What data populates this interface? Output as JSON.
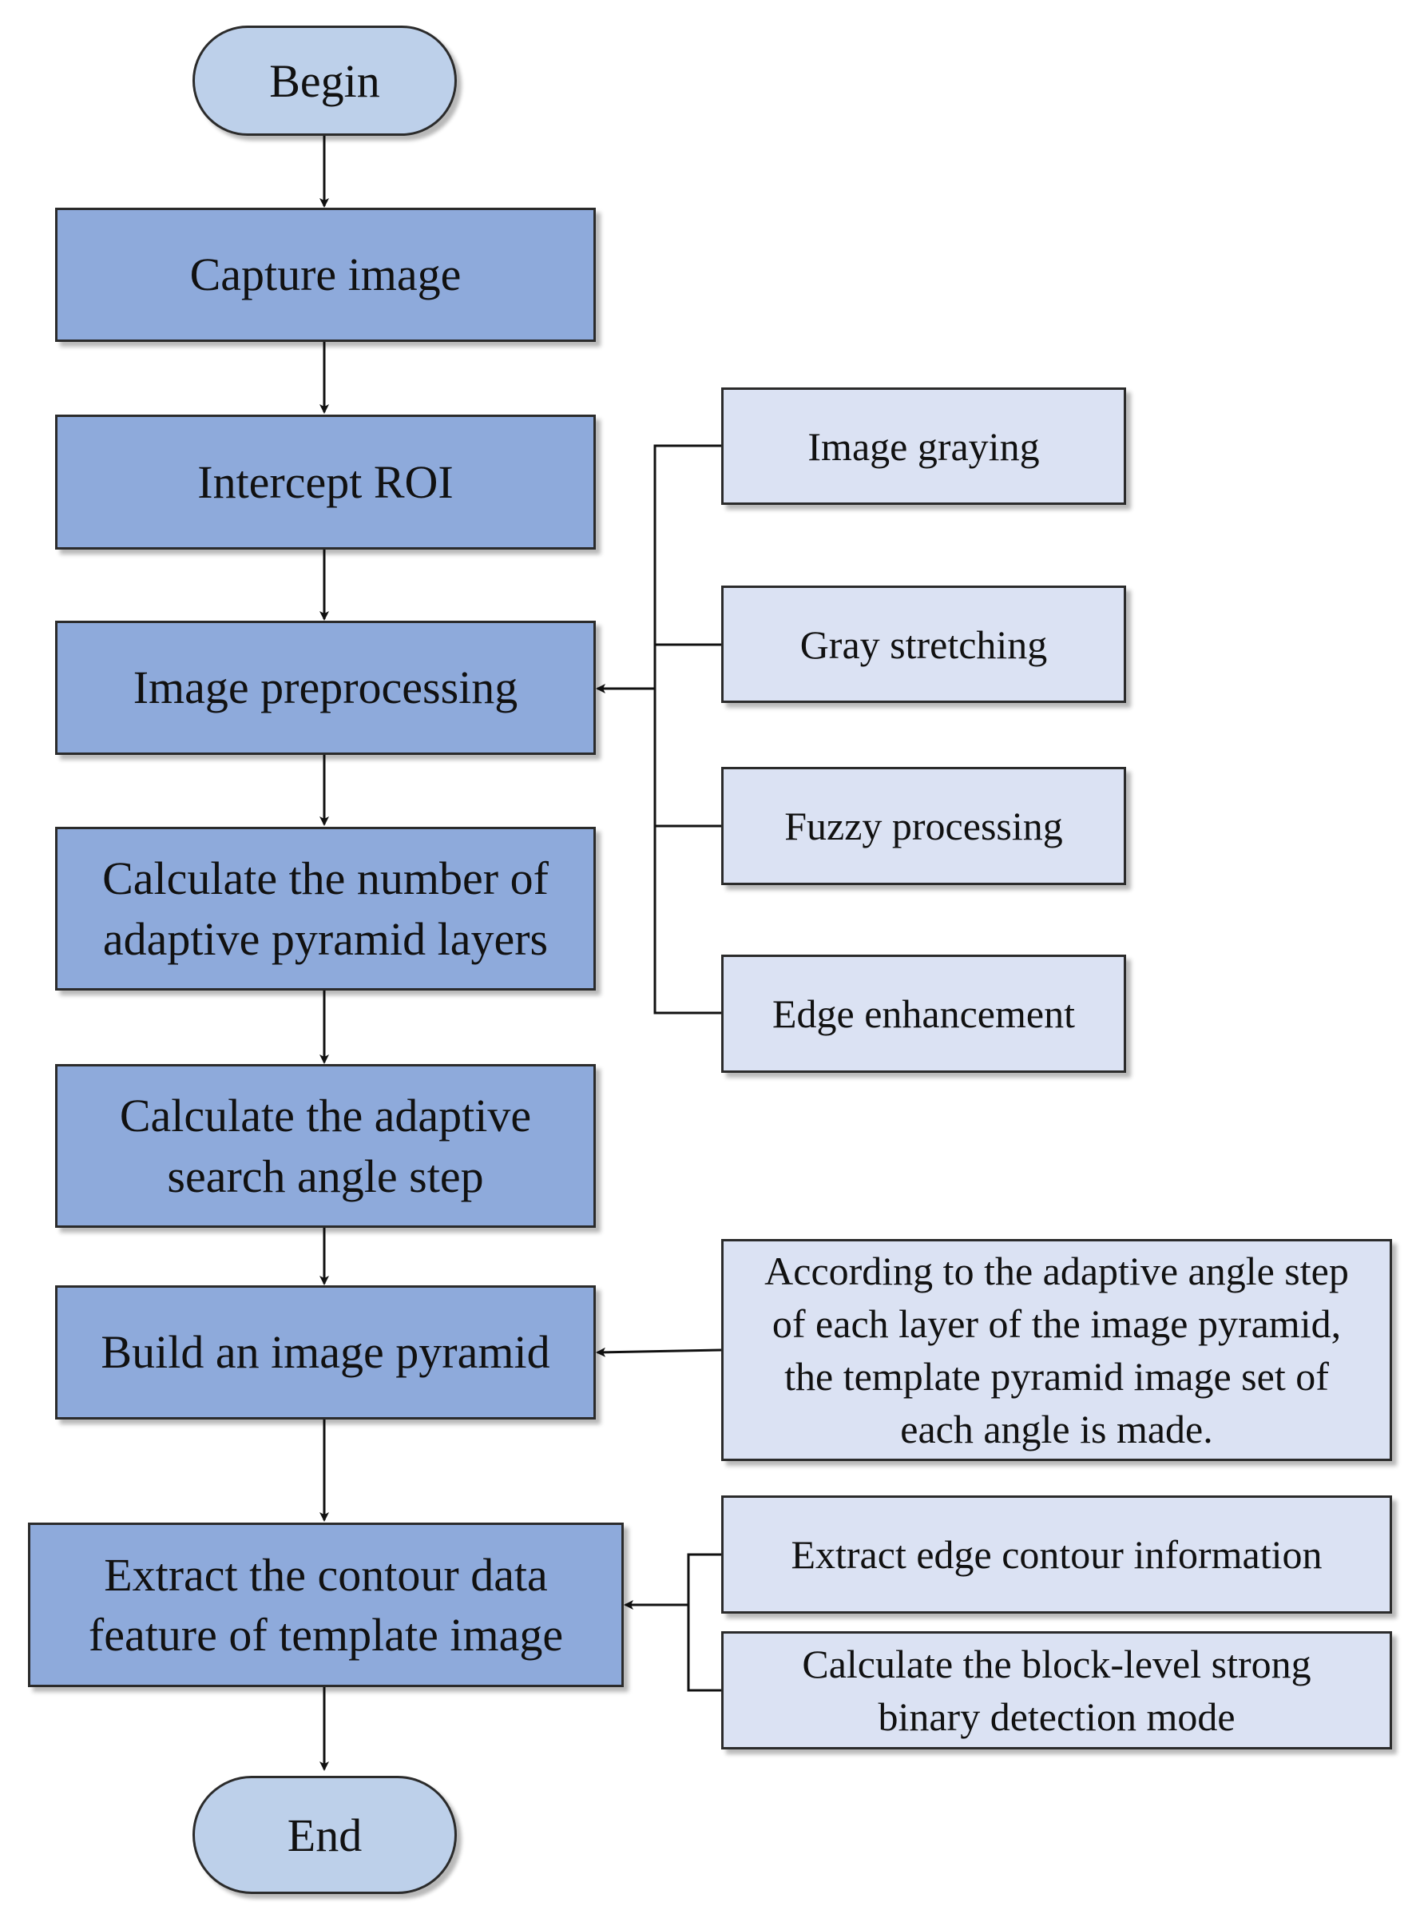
{
  "begin": "Begin",
  "main_steps": [
    {
      "text": "Capture image"
    },
    {
      "text": "Intercept ROI"
    },
    {
      "text": "Image preprocessing"
    },
    {
      "text": "Calculate the number of adaptive pyramid layers"
    },
    {
      "text": "Calculate the adaptive search angle step"
    },
    {
      "text": "Build an image pyramid"
    },
    {
      "text": "Extract the contour data feature of template image"
    }
  ],
  "end": "End",
  "preprocessing_steps": [
    {
      "text": "Image graying"
    },
    {
      "text": "Gray stretching"
    },
    {
      "text": "Fuzzy processing"
    },
    {
      "text": "Edge enhancement"
    }
  ],
  "pyramid_note": "According to the adaptive angle step of each layer of the image pyramid, the template pyramid image set of each angle is made.",
  "feature_steps": [
    {
      "text": "Extract edge contour information"
    },
    {
      "text": "Calculate the block-level strong binary detection mode"
    }
  ],
  "colors": {
    "main_fill": "#8eaadb",
    "side_fill": "#dbe2f3",
    "terminal_fill": "#bdd0ea",
    "stroke": "#2b2b2b"
  }
}
